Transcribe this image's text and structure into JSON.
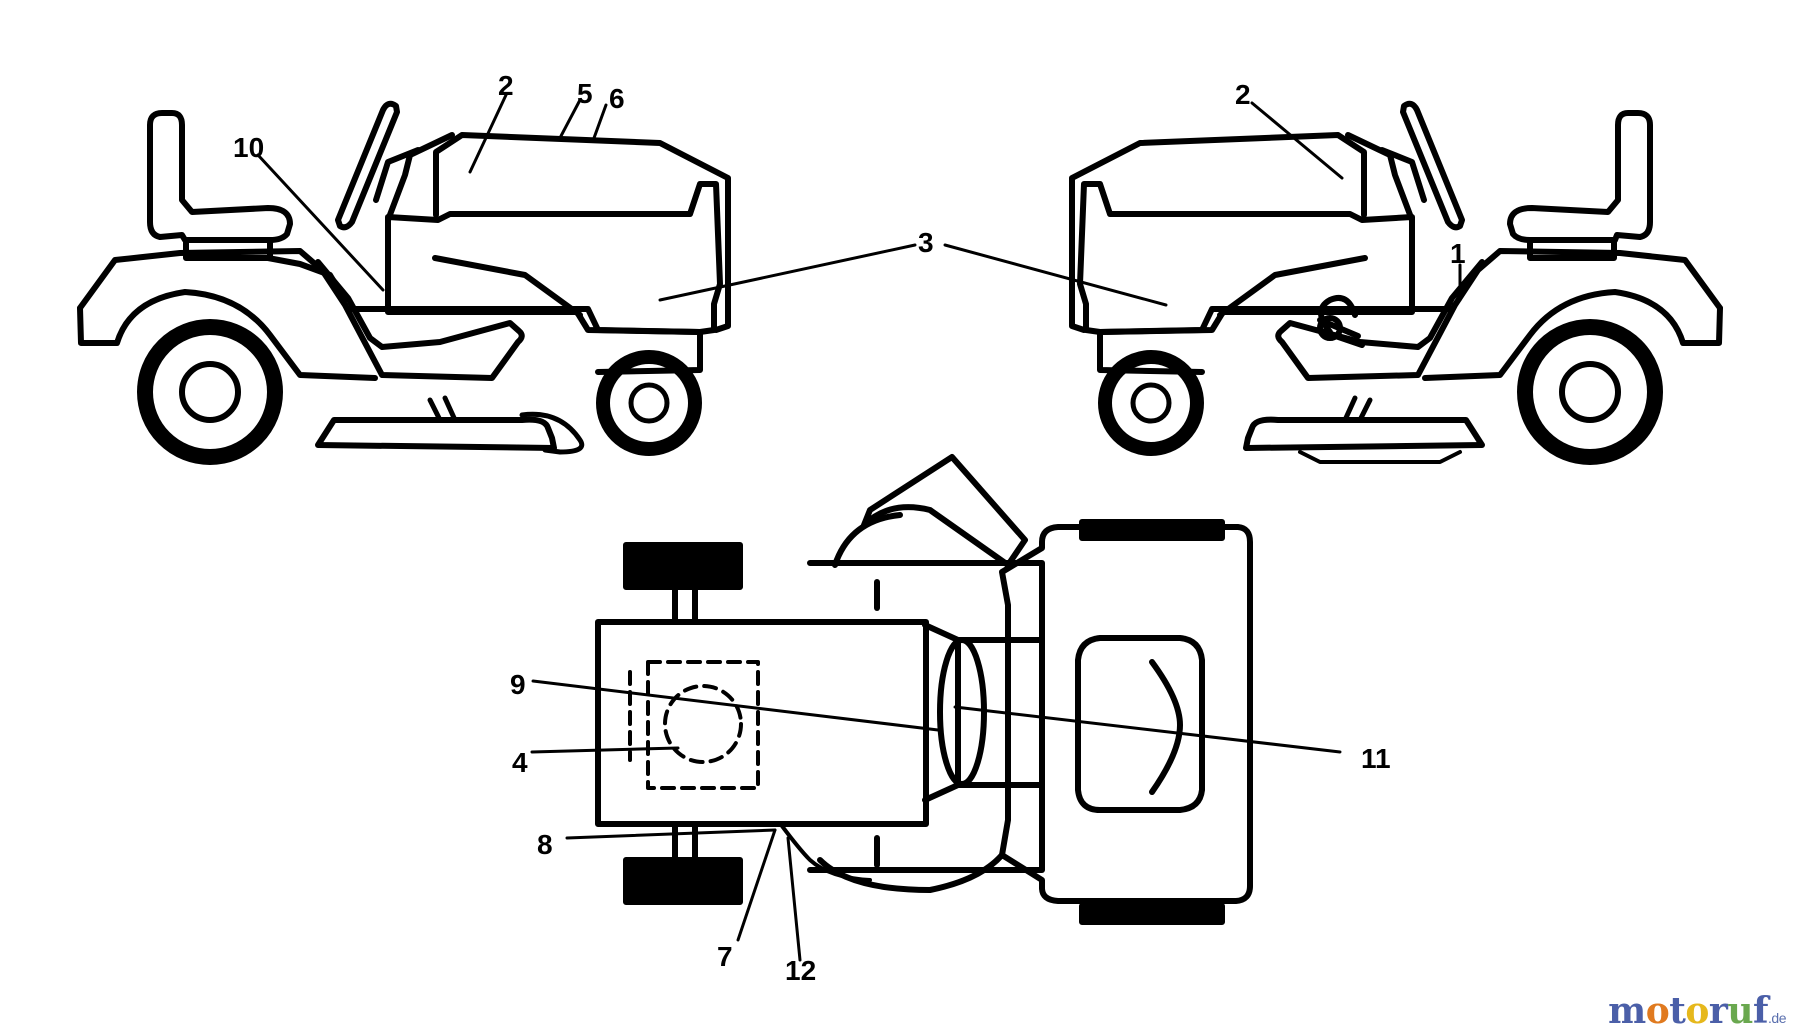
{
  "callouts": {
    "c1": "1",
    "c2": "2",
    "c3": "3",
    "c4": "4",
    "c5": "5",
    "c6": "6",
    "c7": "7",
    "c8": "8",
    "c9": "9",
    "c10": "10",
    "c11": "11",
    "c12": "12"
  },
  "watermark": {
    "parts": [
      {
        "text": "m",
        "color": "#4b5fa8"
      },
      {
        "text": "o",
        "color": "#e07a1f"
      },
      {
        "text": "t",
        "color": "#4b5fa8"
      },
      {
        "text": "o",
        "color": "#e6b81c"
      },
      {
        "text": "r",
        "color": "#4b5fa8"
      },
      {
        "text": "u",
        "color": "#6aa84f"
      },
      {
        "text": "f",
        "color": "#4b5fa8"
      }
    ],
    "tld": ".de"
  }
}
